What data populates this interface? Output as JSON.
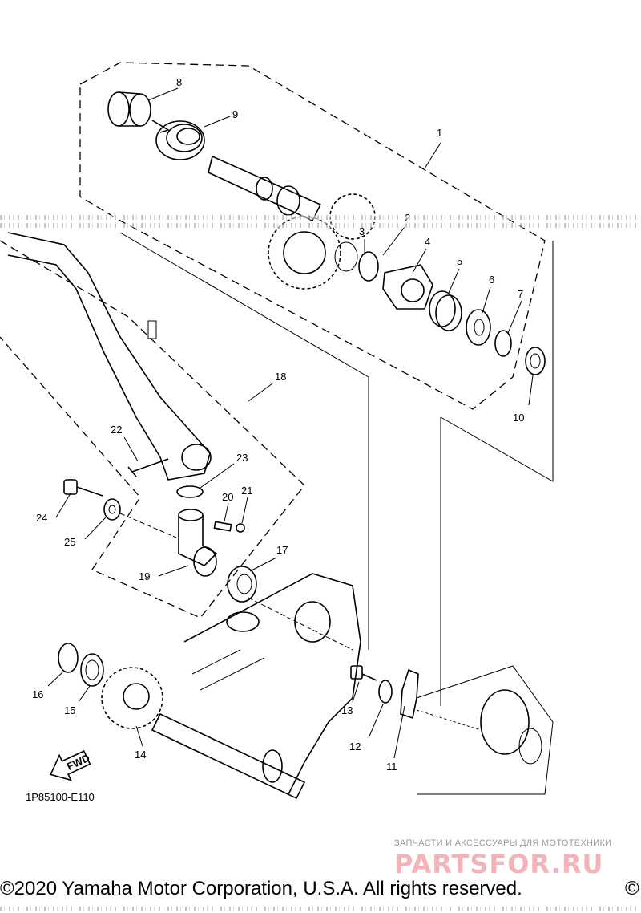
{
  "diagram": {
    "callouts": [
      "1",
      "2",
      "3",
      "4",
      "5",
      "6",
      "7",
      "8",
      "9",
      "10",
      "11",
      "12",
      "13",
      "14",
      "15",
      "16",
      "17",
      "18",
      "19",
      "20",
      "21",
      "22",
      "23",
      "24",
      "25"
    ],
    "diagram_code": "1P85100-E110",
    "fwd_label": "FWD"
  },
  "watermark": {
    "top_text": "ЗАПЧАСТИ И АКСЕССУАРЫ ДЛЯ МОТОТЕХНИКИ",
    "logo_text": "PARTSFOR.RU"
  },
  "footer": {
    "copyright": "©2020 Yamaha Motor Corporation, U.S.A. All rights reserved.",
    "copyright_right": "©"
  }
}
